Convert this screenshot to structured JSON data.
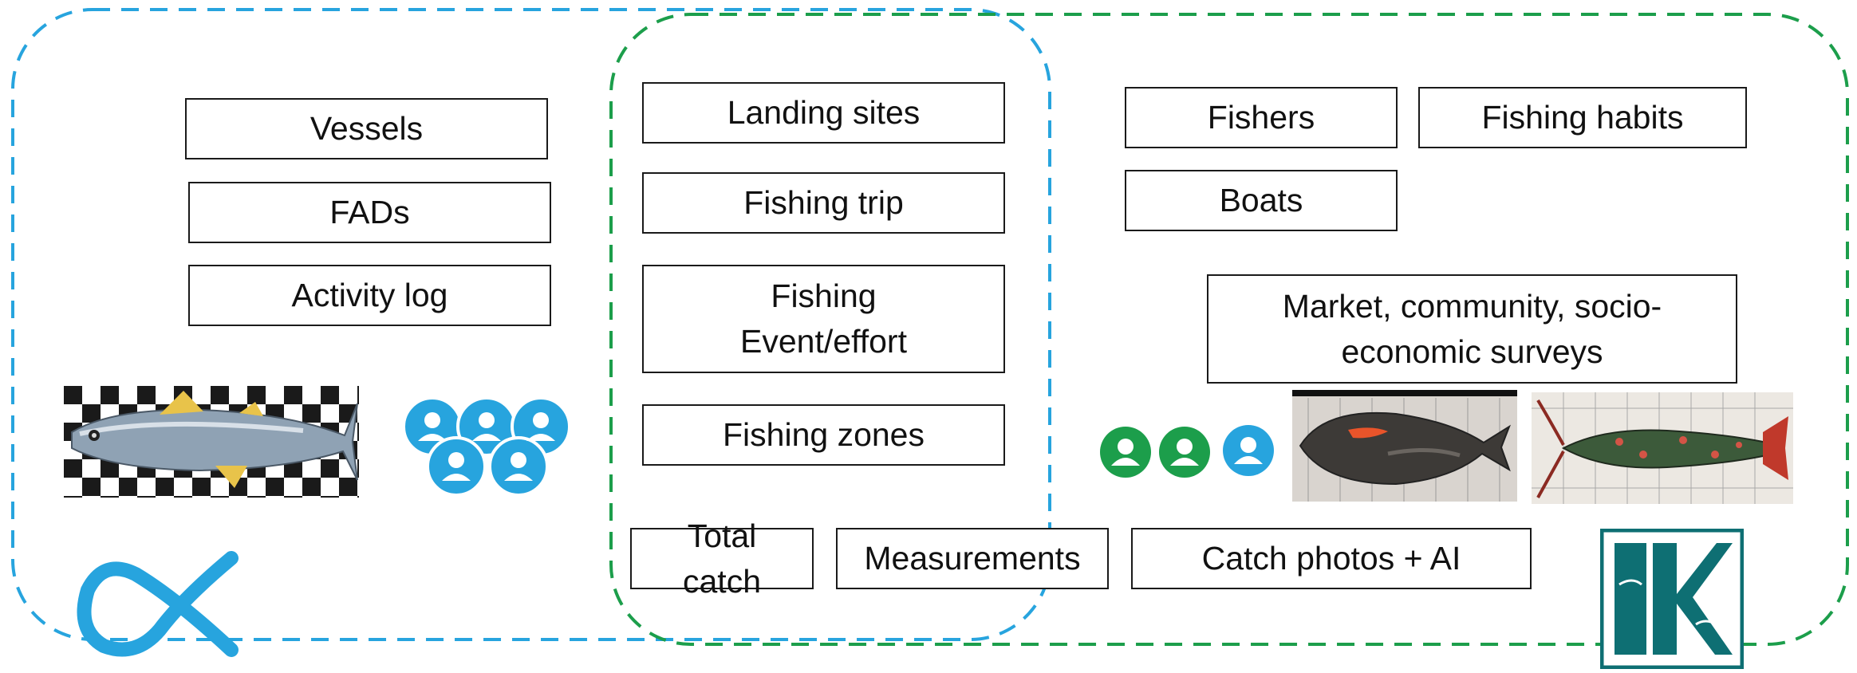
{
  "colors": {
    "blue_region": "#27a4de",
    "green_region": "#1c9e4b",
    "teal_logo": "#0e6f73",
    "text": "#111111"
  },
  "left_group": {
    "items": [
      "Vessels",
      "FADs",
      "Activity log"
    ],
    "icons": [
      "tuna-on-checkerboard-photo",
      "people-group-icon",
      "blue-fish-loop-logo"
    ]
  },
  "shared_group": {
    "items": [
      "Landing sites",
      "Fishing trip",
      "Fishing\nEvent/effort",
      "Fishing zones"
    ],
    "bottom_items": [
      "Total catch",
      "Measurements"
    ]
  },
  "right_group": {
    "items": [
      "Fishers",
      "Fishing habits",
      "Boats",
      "Market, community, socio-economic surveys",
      "Catch photos + AI"
    ],
    "icons": [
      "person-icon",
      "person-icon",
      "person-icon",
      "fish-measuring-board-photo",
      "lobster-measuring-board-photo",
      "ik-logo"
    ],
    "logo_text": "IK"
  }
}
